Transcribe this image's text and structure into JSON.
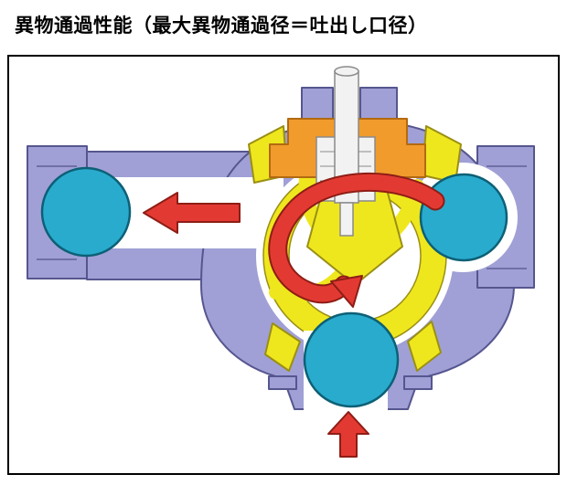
{
  "title": "異物通過性能（最大異物通過径＝吐出し口径）",
  "colors": {
    "background": "#ffffff",
    "frame-border": "#000000",
    "casing": "#a0a0d6",
    "casing-outline": "#56568f",
    "impeller": "#efe71d",
    "impeller-outline": "#9a8f14",
    "housing": "#f09b2c",
    "housing-outline": "#b26a10",
    "object": "#29abce",
    "object-outline": "#0d6076",
    "arrow": "#e23a32",
    "arrow-outline": "#8e1d16",
    "metal": "#f2f2f2",
    "metal-outline": "#8a8a8a"
  },
  "diagram": {
    "description": "pump-cross-section",
    "foreign_objects_count": 3,
    "flow_arrows_count": 3
  }
}
